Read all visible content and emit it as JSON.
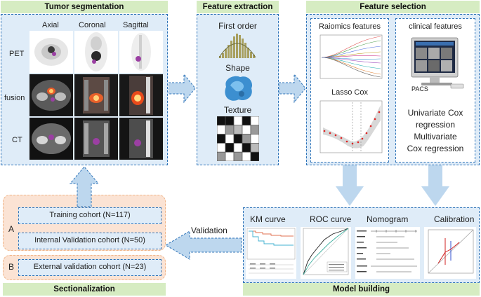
{
  "tumor": {
    "header": "Tumor segmentation",
    "cols": [
      "Axial",
      "Coronal",
      "Sagittal"
    ],
    "rows": [
      "PET",
      "fusion",
      "CT"
    ]
  },
  "extraction": {
    "header": "Feature extraction",
    "items": [
      "First order",
      "Shape",
      "Texture"
    ]
  },
  "selection": {
    "header": "Feature selection",
    "radiomics_title": "Raiomics features",
    "lasso_title": "Lasso Cox",
    "clinical_title": "clinical features",
    "pacs_label": "PACS",
    "methods": [
      "Univariate Cox",
      "regression",
      "Multivariate",
      "Cox regression"
    ]
  },
  "model": {
    "header": "Model building",
    "titles": [
      "KM curve",
      "ROC curve",
      "Nomogram",
      "Calibration"
    ]
  },
  "section": {
    "header": "Sectionalization",
    "label_a": "A",
    "label_b": "B",
    "training": "Training cohort  (N=117)",
    "internal": "Internal Validation cohort (N=50)",
    "external": "External validation cohort (N=23)"
  },
  "validation_label": "Validation",
  "colors": {
    "panel": "#dfecf8",
    "border": "#2e73b8",
    "header": "#d6ecc2",
    "arrow": "#bdd7ee",
    "peach": "#fbe3d4"
  }
}
